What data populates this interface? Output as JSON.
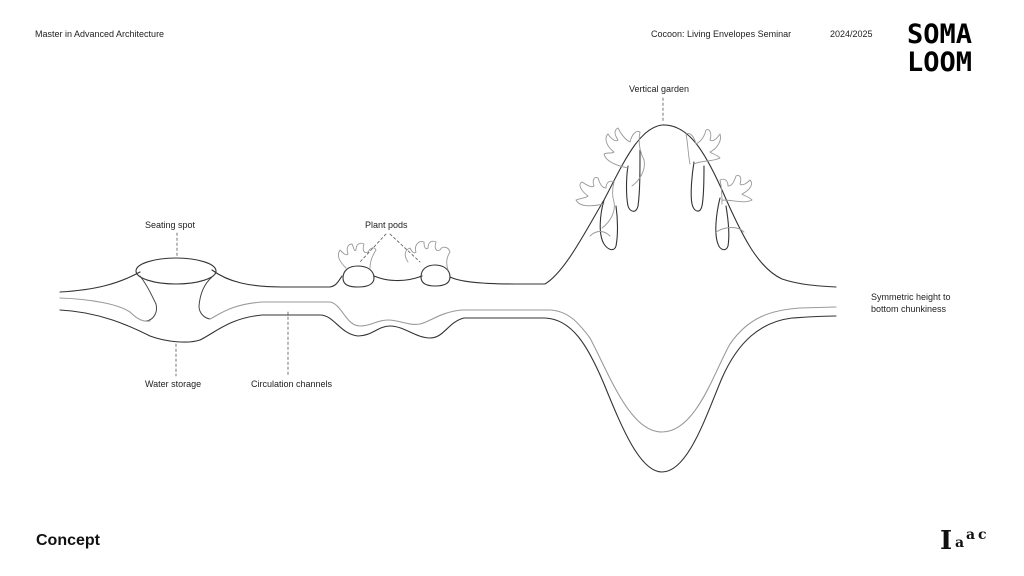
{
  "header": {
    "course": "Master in Advanced Architecture",
    "seminar": "Cocoon: Living Envelopes Seminar",
    "year": "2024/2025"
  },
  "logo": {
    "line1": "SOMA",
    "line2": "LOOM"
  },
  "labels": {
    "seating_spot": "Seating spot",
    "plant_pods": "Plant pods",
    "vertical_garden": "Vertical garden",
    "symmetric_line1": "Symmetric height to",
    "symmetric_line2": "bottom chunkiness",
    "water_storage": "Water storage",
    "circulation_channels": "Circulation channels"
  },
  "footer": {
    "section_title": "Concept",
    "brand": {
      "i": "I",
      "a1": "a",
      "a2": "a",
      "c": "c"
    }
  },
  "colors": {
    "outline": "#333333",
    "inner_line": "#9a9a9a",
    "plants": "#999999"
  }
}
